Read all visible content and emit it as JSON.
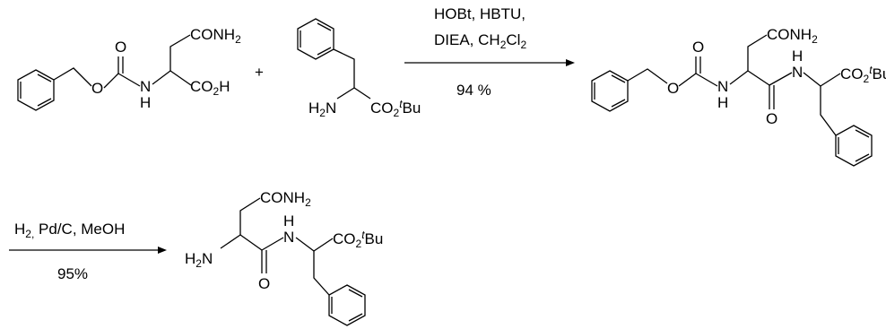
{
  "scheme": {
    "step1": {
      "reagents_line1": "HOBt, HBTU,",
      "reagents_line2_prefix": "DIEA, CH",
      "reagents_line2_sub1": "2",
      "reagents_line2_mid": "Cl",
      "reagents_line2_sub2": "2",
      "yield": "94 %"
    },
    "step2": {
      "reagents_prefix": "H",
      "reagents_sub": "2,",
      "reagents_rest": " Pd/C, MeOH",
      "yield": "95%"
    },
    "plus": "+",
    "labels": {
      "conh": "CONH",
      "two": "2",
      "co": "CO",
      "h": "H",
      "n": "N",
      "o": "O",
      "t": "t",
      "bu": "Bu"
    }
  }
}
